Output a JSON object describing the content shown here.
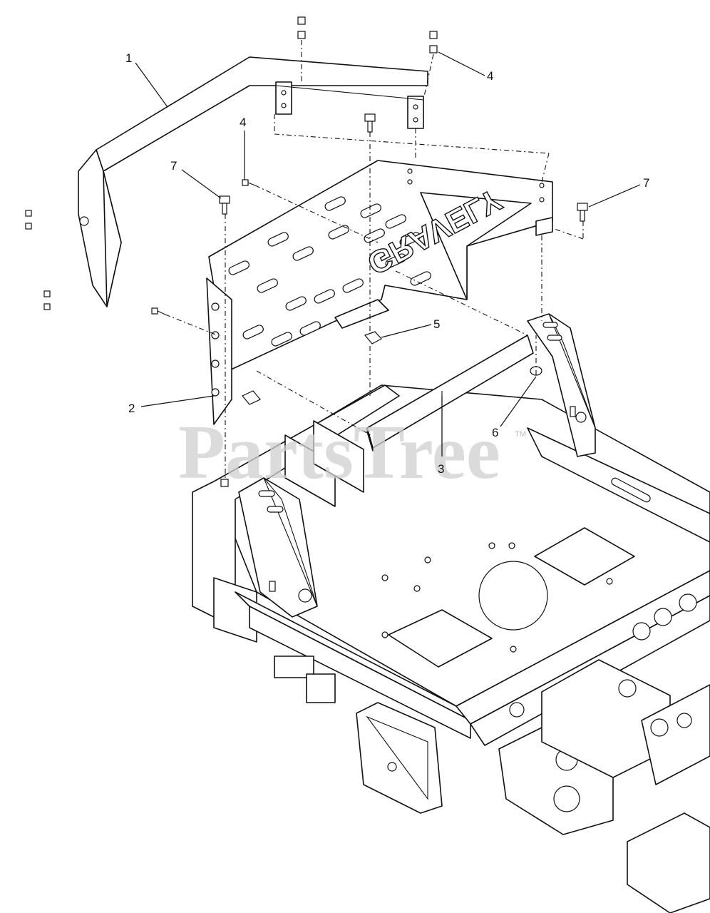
{
  "callouts": [
    {
      "id": "1",
      "label": "1"
    },
    {
      "id": "4a",
      "label": "4"
    },
    {
      "id": "4b",
      "label": "4"
    },
    {
      "id": "7a",
      "label": "7"
    },
    {
      "id": "7b",
      "label": "7"
    },
    {
      "id": "5",
      "label": "5"
    },
    {
      "id": "2",
      "label": "2"
    },
    {
      "id": "6",
      "label": "6"
    },
    {
      "id": "3",
      "label": "3"
    }
  ],
  "panel_brand": "GRAVELY",
  "watermark": {
    "text": "PartsTree",
    "tm": "TM"
  }
}
